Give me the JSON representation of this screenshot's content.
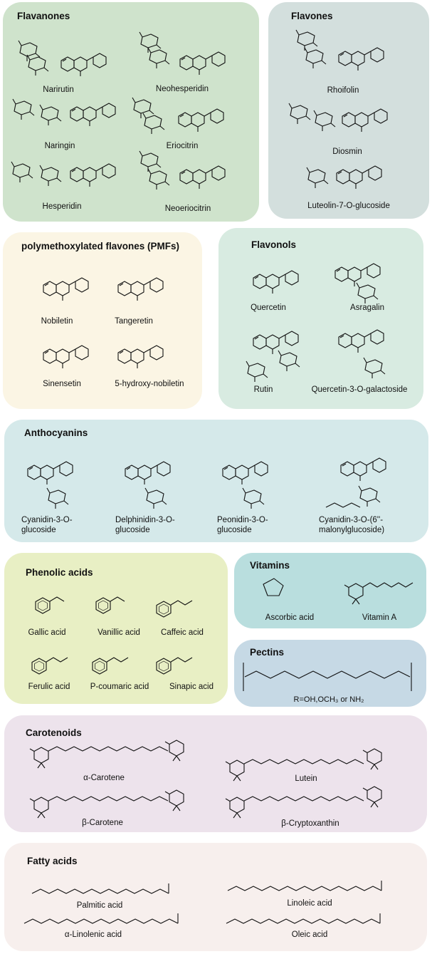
{
  "panels": {
    "flavanones": {
      "title": "Flavanones",
      "compounds": [
        "Narirutin",
        "Neohesperidin",
        "Naringin",
        "Eriocitrin",
        "Hesperidin",
        "Neoeriocitrin"
      ]
    },
    "flavones": {
      "title": "Flavones",
      "compounds": [
        "Rhoifolin",
        "Diosmin",
        "Luteolin-7-O-glucoside"
      ]
    },
    "pmfs": {
      "title": "polymethoxylated flavones (PMFs)",
      "compounds": [
        "Nobiletin",
        "Tangeretin",
        "Sinensetin",
        "5-hydroxy-nobiletin"
      ]
    },
    "flavonols": {
      "title": "Flavonols",
      "compounds": [
        "Quercetin",
        "Asragalin",
        "Rutin",
        "Quercetin-3-O-galactoside"
      ]
    },
    "anthocyanins": {
      "title": "Anthocyanins",
      "compounds": [
        "Cyanidin-3-O-glucoside",
        "Delphinidin-3-O-glucoside",
        "Peonidin-3-O-glucoside",
        "Cyanidin-3-O-(6''-malonylglucoside)"
      ]
    },
    "phenolic": {
      "title": "Phenolic acids",
      "compounds": [
        "Gallic acid",
        "Vanillic acid",
        "Caffeic acid",
        "Ferulic acid",
        "P-coumaric acid",
        "Sinapic acid"
      ]
    },
    "vitamins": {
      "title": "Vitamins",
      "compounds": [
        "Ascorbic acid",
        "Vitamin A"
      ]
    },
    "pectins": {
      "title": "Pectins",
      "note": "R=OH,OCH₃ or NH₂"
    },
    "carotenoids": {
      "title": "Carotenoids",
      "compounds": [
        "α-Carotene",
        "Lutein",
        "β-Carotene",
        "β-Cryptoxanthin"
      ]
    },
    "fatty": {
      "title": "Fatty acids",
      "compounds": [
        "Palmitic acid",
        "Linoleic acid",
        "α-Linolenic acid",
        "Oleic acid"
      ]
    }
  },
  "colors": {
    "flavanones": "#cfe3cc",
    "flavones": "#d3dfdd",
    "pmfs": "#fbf5e4",
    "flavonols": "#d8ebe1",
    "anthocyanins": "#d5e9ea",
    "phenolic": "#e8efc4",
    "vitamins": "#b9dede",
    "pectins": "#c6d9e5",
    "carotenoids": "#ede3ec",
    "fatty": "#f7efed"
  }
}
